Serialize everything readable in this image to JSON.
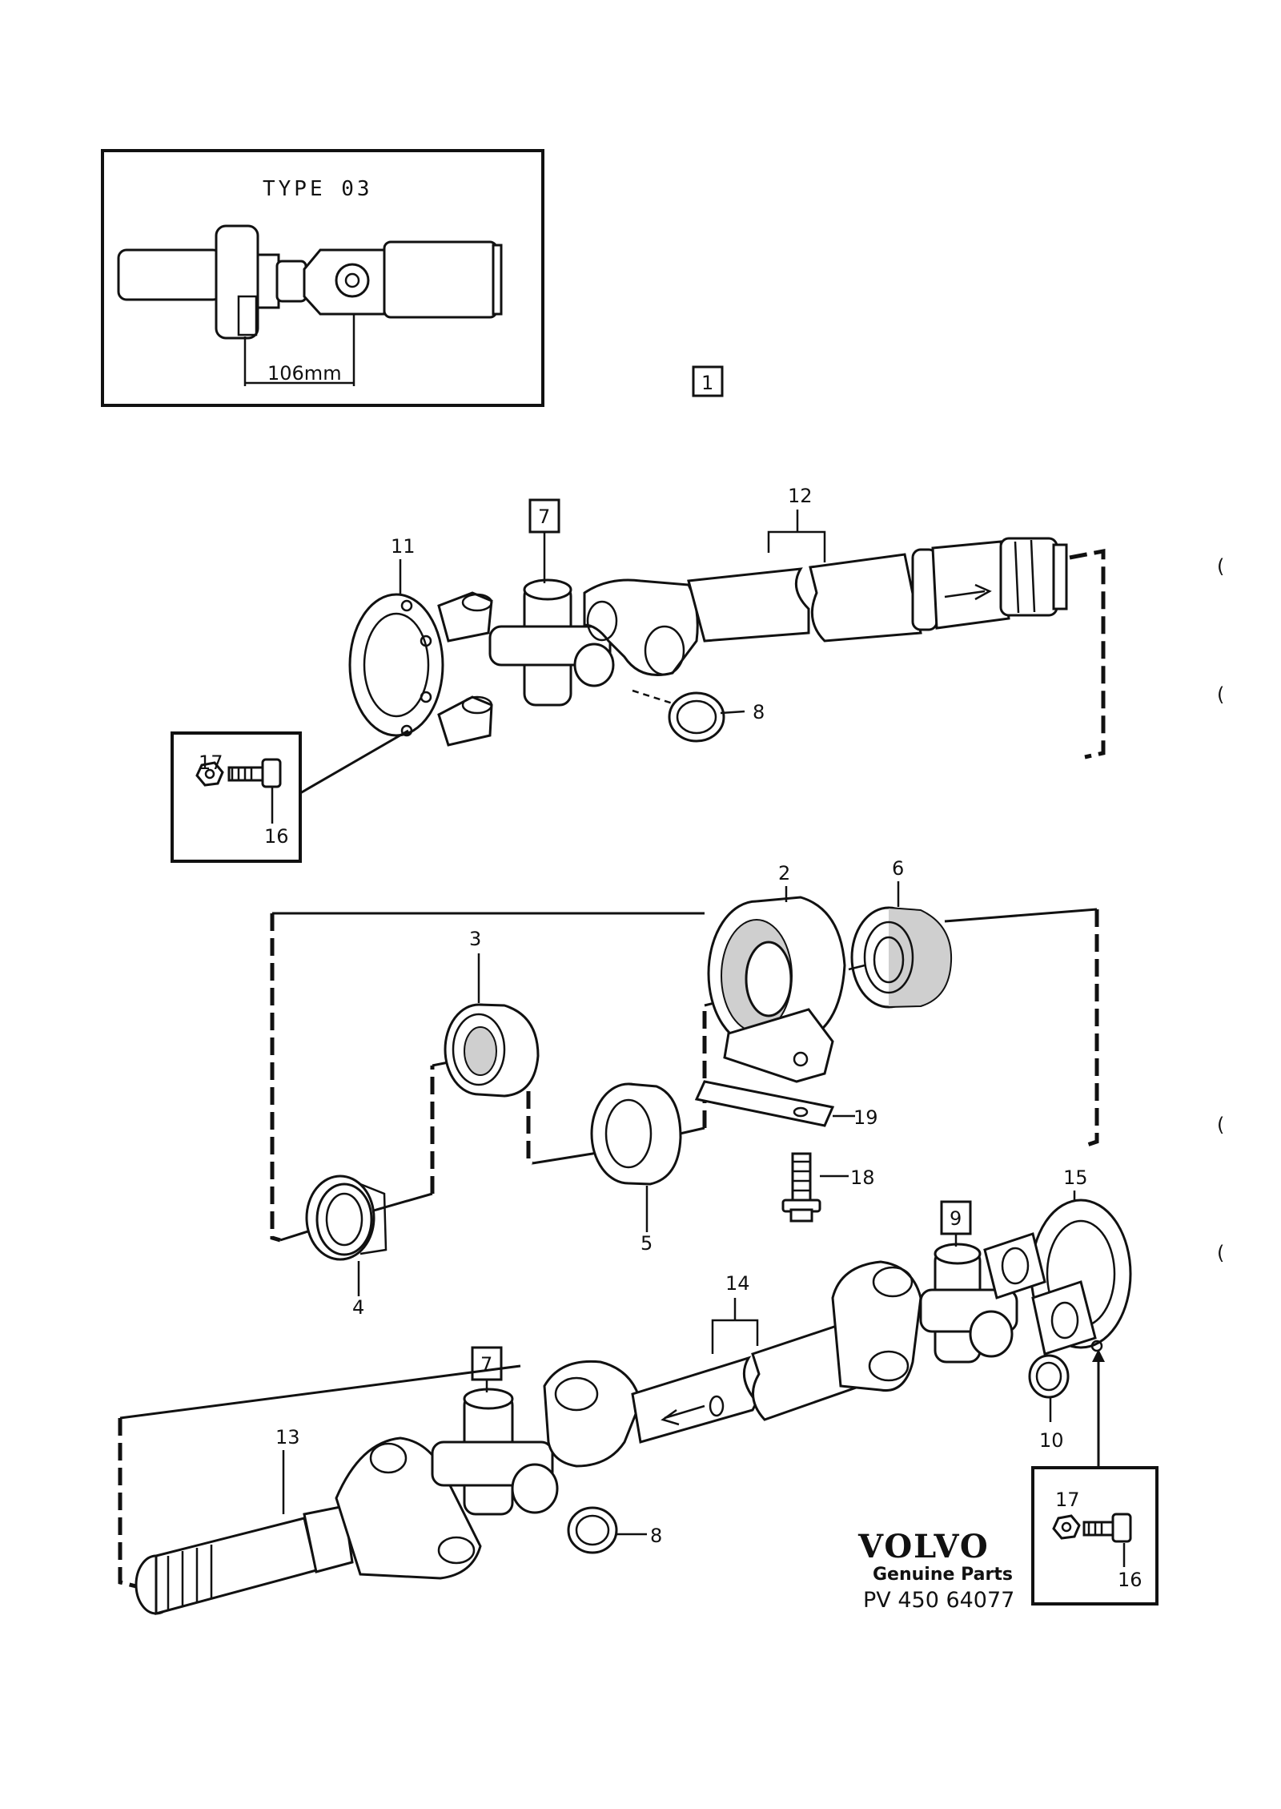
{
  "inset": {
    "type_label": "TYPE 03",
    "dimension": "106mm"
  },
  "assembly_ref": "1",
  "callouts": {
    "c1": "11",
    "c2": "7",
    "c3": "12",
    "c4": "8",
    "c5": "17",
    "c6": "16",
    "c7": "2",
    "c8": "6",
    "c9": "3",
    "c10": "19",
    "c11": "18",
    "c12": "5",
    "c13": "4",
    "c14": "9",
    "c15": "15",
    "c16": "14",
    "c17": "7",
    "c18": "13",
    "c19": "8",
    "c20": "10",
    "c21": "17",
    "c22": "16"
  },
  "brand": {
    "logo": "VOLVO",
    "subtitle": "Genuine Parts",
    "code": "PV 450 64077"
  },
  "margin_marks": [
    "(",
    "(",
    "(",
    "("
  ]
}
